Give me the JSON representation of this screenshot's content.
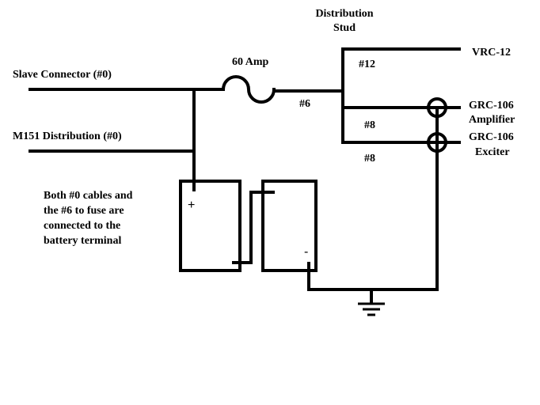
{
  "colors": {
    "wire": "#000000",
    "background": "#ffffff"
  },
  "labels": {
    "distribution_stud": [
      "Distribution",
      "Stud"
    ],
    "slave_connector": "Slave Connector (#0)",
    "m151_distribution": "M151 Distribution (#0)",
    "fuse": "60 Amp",
    "wire_6": "#6",
    "wire_12": "#12",
    "wire_8_amp": "#8",
    "wire_8_exc": "#8",
    "vrc12": "VRC-12",
    "grc106_amp": [
      "GRC-106",
      "Amplifier"
    ],
    "grc106_exc": [
      "GRC-106",
      "Exciter"
    ],
    "note": [
      "Both #0 cables and",
      "the #6 to fuse are",
      "connected to the",
      "battery terminal"
    ],
    "plus": "+",
    "minus": "-"
  }
}
